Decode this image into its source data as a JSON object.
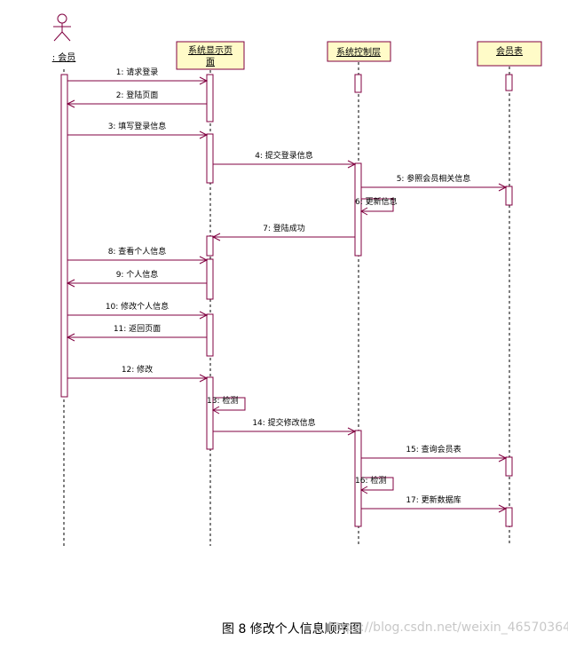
{
  "colors": {
    "line": "#800040",
    "box_fill": "#fffbc8",
    "activation_fill": "#ffffff",
    "text": "#000000",
    "watermark": "#c8c8c8"
  },
  "actor": {
    "name": ": 会员",
    "icon": "stick-figure-actor-icon"
  },
  "participants": [
    {
      "name": "系统显示页面"
    },
    {
      "name": "系统控制层"
    },
    {
      "name": "会员表"
    }
  ],
  "messages": [
    {
      "label": "1: 请求登录"
    },
    {
      "label": "2: 登陆页面"
    },
    {
      "label": "3: 填写登录信息"
    },
    {
      "label": "4: 提交登录信息"
    },
    {
      "label": "5: 参照会员相关信息"
    },
    {
      "label": "6: 更新信息"
    },
    {
      "label": "7: 登陆成功"
    },
    {
      "label": "8: 查看个人信息"
    },
    {
      "label": "9: 个人信息"
    },
    {
      "label": "10: 修改个人信息"
    },
    {
      "label": "11: 返回页面"
    },
    {
      "label": "12: 修改"
    },
    {
      "label": "13: 检测"
    },
    {
      "label": "14: 提交修改信息"
    },
    {
      "label": "15: 查询会员表"
    },
    {
      "label": "16: 检测"
    },
    {
      "label": "17: 更新数据库"
    }
  ],
  "caption": {
    "title": "图 8 修改个人信息顺序图",
    "watermark": "https://blog.csdn.net/weixin_46570364"
  }
}
